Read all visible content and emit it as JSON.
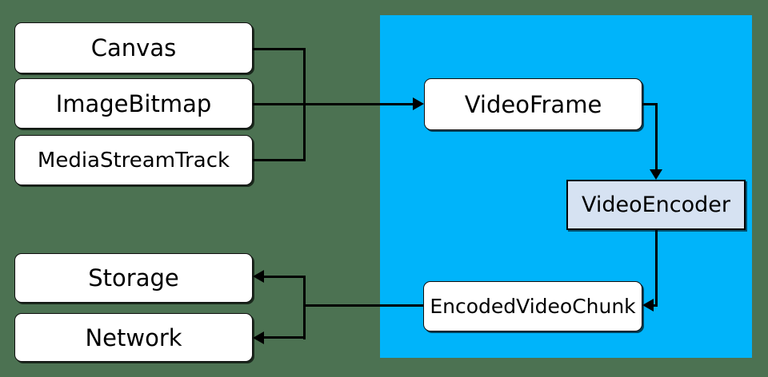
{
  "diagram": {
    "description": "WebCodecs video encoding pipeline diagram",
    "colors": {
      "background": "#4C7252",
      "pipeline_region": "#00B4FA",
      "node_fill": "#FFFFFF",
      "encoder_node_fill": "#D6E2F2",
      "node_border": "#101010",
      "connector_line": "#000000"
    },
    "nodes": {
      "canvas": {
        "label": "Canvas"
      },
      "imagebitmap": {
        "label": "ImageBitmap"
      },
      "mediastreamtrack": {
        "label": "MediaStreamTrack"
      },
      "videoframe": {
        "label": "VideoFrame"
      },
      "videoencoder": {
        "label": "VideoEncoder"
      },
      "encodedvideochunk": {
        "label": "EncodedVideoChunk"
      },
      "storage": {
        "label": "Storage"
      },
      "network": {
        "label": "Network"
      }
    },
    "edges": [
      {
        "from": "Canvas",
        "to": "VideoFrame"
      },
      {
        "from": "ImageBitmap",
        "to": "VideoFrame"
      },
      {
        "from": "MediaStreamTrack",
        "to": "VideoFrame"
      },
      {
        "from": "VideoFrame",
        "to": "VideoEncoder"
      },
      {
        "from": "VideoEncoder",
        "to": "EncodedVideoChunk"
      },
      {
        "from": "EncodedVideoChunk",
        "to": "Storage"
      },
      {
        "from": "EncodedVideoChunk",
        "to": "Network"
      }
    ]
  }
}
